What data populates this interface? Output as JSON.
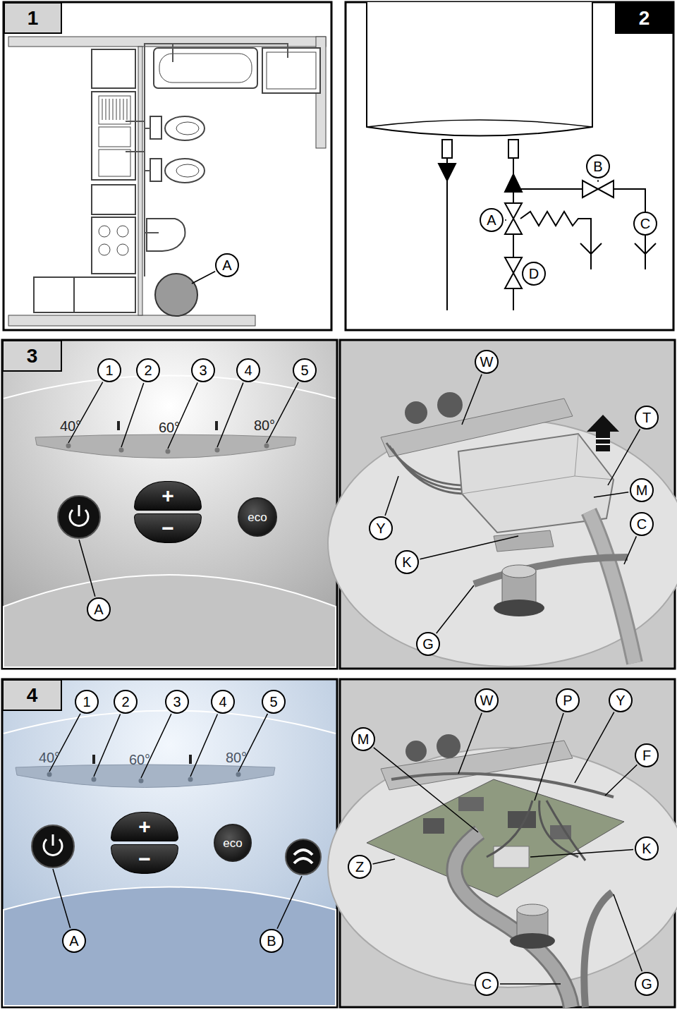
{
  "diagram": {
    "nodes": [
      {
        "text": [
          "1"
        ]
      },
      {
        "text": [
          "A"
        ]
      },
      {
        "text": [
          "2"
        ]
      },
      {
        "text": [
          "B"
        ]
      },
      {
        "text": [
          "A"
        ]
      },
      {
        "text": [
          "C"
        ]
      },
      {
        "text": [
          "D"
        ]
      },
      {
        "text": [
          "3"
        ]
      },
      {
        "text": [
          "1"
        ]
      },
      {
        "text": [
          "2"
        ]
      },
      {
        "text": [
          "3"
        ]
      },
      {
        "text": [
          "4"
        ]
      },
      {
        "text": [
          "5"
        ]
      },
      {
        "text": [
          "+"
        ]
      },
      {
        "text": [
          "−"
        ]
      },
      {
        "text": [
          "eco"
        ]
      },
      {
        "text": [
          "A"
        ]
      },
      {
        "text": [
          "W"
        ]
      },
      {
        "text": [
          "T"
        ]
      },
      {
        "text": [
          "M"
        ]
      },
      {
        "text": [
          "Y"
        ]
      },
      {
        "text": [
          "C"
        ]
      },
      {
        "text": [
          "K"
        ]
      },
      {
        "text": [
          "G"
        ]
      },
      {
        "text": [
          "4"
        ]
      },
      {
        "text": [
          "1"
        ]
      },
      {
        "text": [
          "2"
        ]
      },
      {
        "text": [
          "3"
        ]
      },
      {
        "text": [
          "4"
        ]
      },
      {
        "text": [
          "5"
        ]
      },
      {
        "text": [
          "+"
        ]
      },
      {
        "text": [
          "−"
        ]
      },
      {
        "text": [
          "eco"
        ]
      },
      {
        "text": [
          "A"
        ]
      },
      {
        "text": [
          "B"
        ]
      },
      {
        "text": [
          "W"
        ]
      },
      {
        "text": [
          "P"
        ]
      },
      {
        "text": [
          "Y"
        ]
      },
      {
        "text": [
          "M"
        ]
      },
      {
        "text": [
          "F"
        ]
      },
      {
        "text": [
          "Z"
        ]
      },
      {
        "text": [
          "K"
        ]
      },
      {
        "text": [
          "C"
        ]
      },
      {
        "text": [
          "G"
        ]
      }
    ],
    "labels": [
      "40°",
      "60°",
      "80°",
      "40°",
      "60°",
      "80°"
    ]
  }
}
